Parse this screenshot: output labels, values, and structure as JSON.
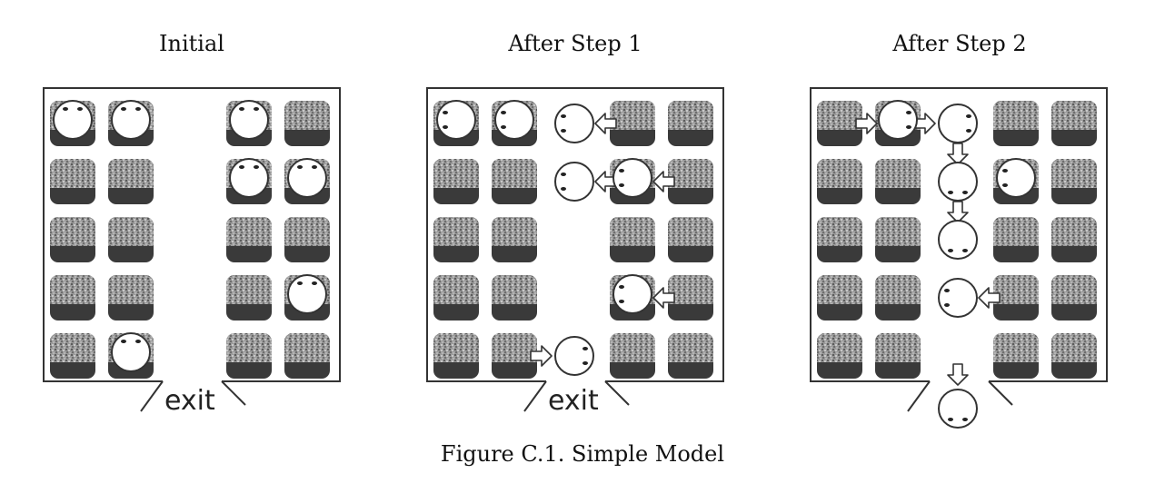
{
  "panels": [
    {
      "title": "Initial",
      "exit_label": "exit",
      "people": [
        {
          "row": 0,
          "col": 0,
          "face": "up",
          "on_seat": true
        },
        {
          "row": 0,
          "col": 1,
          "face": "up",
          "on_seat": true
        },
        {
          "row": 0,
          "col": 3,
          "face": "up",
          "on_seat": true
        },
        {
          "row": 1,
          "col": 3,
          "face": "up",
          "on_seat": true
        },
        {
          "row": 1,
          "col": 4,
          "face": "up",
          "on_seat": true
        },
        {
          "row": 3,
          "col": 4,
          "face": "up",
          "on_seat": true
        },
        {
          "row": 4,
          "col": 1,
          "face": "up",
          "on_seat": true
        }
      ],
      "arrows": [],
      "outside_person": false
    },
    {
      "title": "After Step 1",
      "exit_label": "exit",
      "people": [
        {
          "row": 0,
          "col": 0,
          "face": "left",
          "on_seat": true
        },
        {
          "row": 0,
          "col": 1,
          "face": "left",
          "on_seat": true
        },
        {
          "row": 0,
          "col": 2,
          "face": "left",
          "on_seat": false
        },
        {
          "row": 1,
          "col": 2,
          "face": "left",
          "on_seat": false
        },
        {
          "row": 1,
          "col": 3,
          "face": "left",
          "on_seat": true
        },
        {
          "row": 3,
          "col": 3,
          "face": "left",
          "on_seat": true
        },
        {
          "row": 4,
          "col": 2,
          "face": "right",
          "on_seat": false
        }
      ],
      "arrows": [
        {
          "row": 0,
          "from": 3,
          "dir": "left"
        },
        {
          "row": 1,
          "from": 3,
          "dir": "left"
        },
        {
          "row": 1,
          "from": 4,
          "dir": "left"
        },
        {
          "row": 3,
          "from": 4,
          "dir": "left"
        },
        {
          "row": 4,
          "from": 1,
          "dir": "right"
        }
      ],
      "outside_person": false
    },
    {
      "title": "After Step 2",
      "exit_label": "",
      "people": [
        {
          "row": 0,
          "col": 1,
          "face": "right",
          "on_seat": true
        },
        {
          "row": 0,
          "col": 2,
          "face": "right",
          "on_seat": false
        },
        {
          "row": 1,
          "col": 2,
          "face": "down",
          "on_seat": false
        },
        {
          "row": 1,
          "col": 3,
          "face": "left",
          "on_seat": true
        },
        {
          "row": 2,
          "col": 2,
          "face": "down",
          "on_seat": false
        },
        {
          "row": 3,
          "col": 2,
          "face": "left",
          "on_seat": false
        }
      ],
      "arrows": [
        {
          "row": 0,
          "from": 0,
          "dir": "right"
        },
        {
          "row": 0,
          "from": 1,
          "dir": "right"
        },
        {
          "row": 0,
          "from": 2,
          "dir": "down"
        },
        {
          "row": 1,
          "from": 2,
          "dir": "down"
        },
        {
          "row": 3,
          "from": 3,
          "dir": "left"
        },
        {
          "row": 4,
          "from": 2,
          "dir": "down"
        }
      ],
      "outside_person": true
    }
  ],
  "seat_columns": [
    0,
    1,
    3,
    4
  ],
  "caption": "Figure C.1. Simple Model",
  "colors": {
    "seat_top": "#8a8a8a",
    "seat_bottom": "#3a3a3a",
    "outline": "#333333",
    "arrow_fill": "#ffffff"
  }
}
